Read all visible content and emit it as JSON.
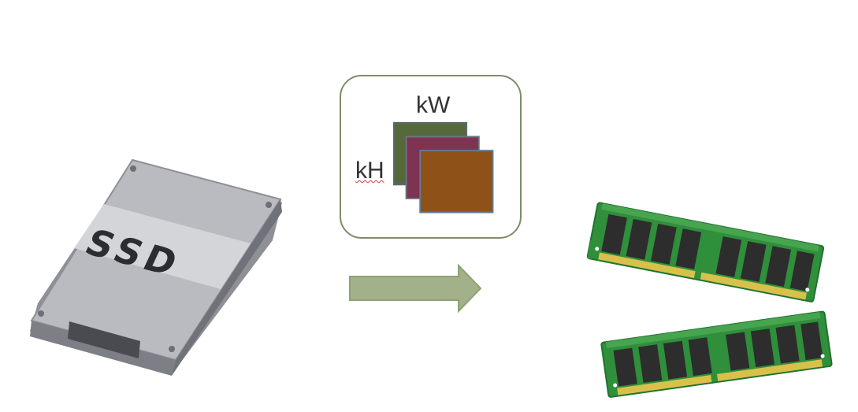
{
  "ssd": {
    "label": "SSD",
    "icon": "ssd-icon"
  },
  "kernel": {
    "width_label": "kW",
    "height_label": "kH",
    "channel_colors": [
      "#55683a",
      "#7d3351",
      "#8e5218"
    ]
  },
  "arrow": {
    "icon": "right-arrow-icon",
    "color": "#a3b18a"
  },
  "ram": {
    "icon": "ram-module-icon",
    "module_count": 2
  }
}
